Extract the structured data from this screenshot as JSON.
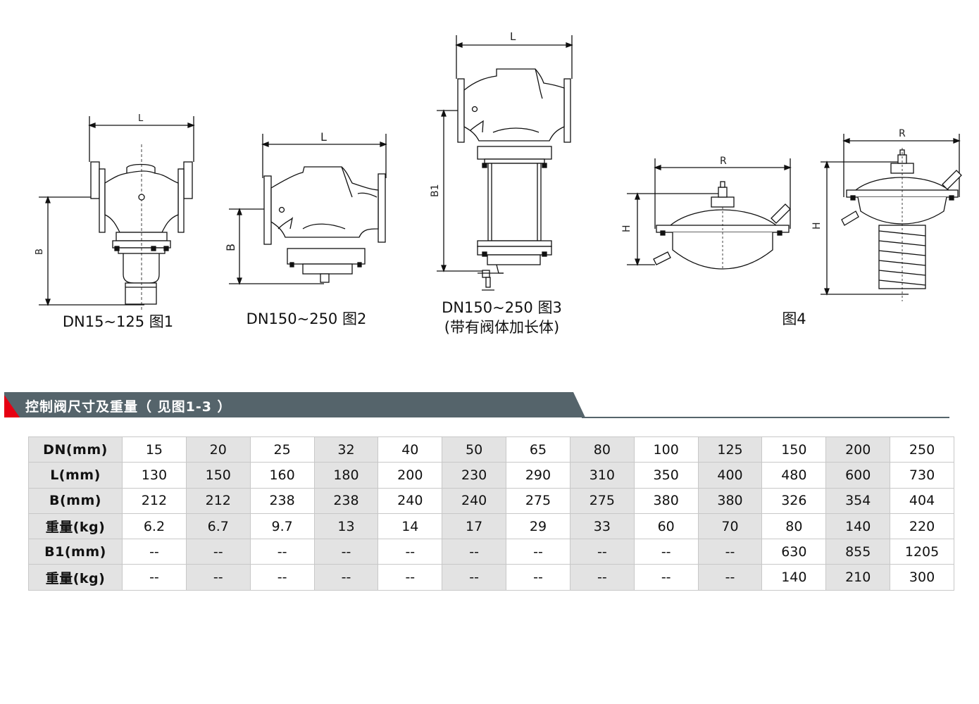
{
  "figures": [
    {
      "id": "fig1",
      "caption": "DN15~125 图1",
      "dims": {
        "L": "L",
        "B": "B"
      }
    },
    {
      "id": "fig2",
      "caption": "DN150~250 图2",
      "dims": {
        "L": "L",
        "B": "B"
      }
    },
    {
      "id": "fig3",
      "caption_line1": "DN150~250 图3",
      "caption_line2": "(带有阀体加长体)",
      "dims": {
        "L": "L",
        "B1": "B1"
      }
    },
    {
      "id": "fig4",
      "caption": "图4",
      "dims": {
        "R1": "R",
        "H1": "H",
        "R2": "R",
        "H2": "H"
      }
    }
  ],
  "section": {
    "title": "控制阀尺寸及重量（ 见图1-3 ）",
    "bar_color": "#55646b",
    "accent_color": "#e60012"
  },
  "table": {
    "rows": [
      {
        "label": "DN(mm)",
        "values": [
          "15",
          "20",
          "25",
          "32",
          "40",
          "50",
          "65",
          "80",
          "100",
          "125",
          "150",
          "200",
          "250"
        ]
      },
      {
        "label": "L(mm)",
        "values": [
          "130",
          "150",
          "160",
          "180",
          "200",
          "230",
          "290",
          "310",
          "350",
          "400",
          "480",
          "600",
          "730"
        ]
      },
      {
        "label": "B(mm)",
        "values": [
          "212",
          "212",
          "238",
          "238",
          "240",
          "240",
          "275",
          "275",
          "380",
          "380",
          "326",
          "354",
          "404"
        ]
      },
      {
        "label": "重量(kg)",
        "values": [
          "6.2",
          "6.7",
          "9.7",
          "13",
          "14",
          "17",
          "29",
          "33",
          "60",
          "70",
          "80",
          "140",
          "220"
        ]
      },
      {
        "label": "B1(mm)",
        "values": [
          "--",
          "--",
          "--",
          "--",
          "--",
          "--",
          "--",
          "--",
          "--",
          "--",
          "630",
          "855",
          "1205"
        ]
      },
      {
        "label": "重量(kg)",
        "values": [
          "--",
          "--",
          "--",
          "--",
          "--",
          "--",
          "--",
          "--",
          "--",
          "--",
          "140",
          "210",
          "300"
        ]
      }
    ]
  }
}
